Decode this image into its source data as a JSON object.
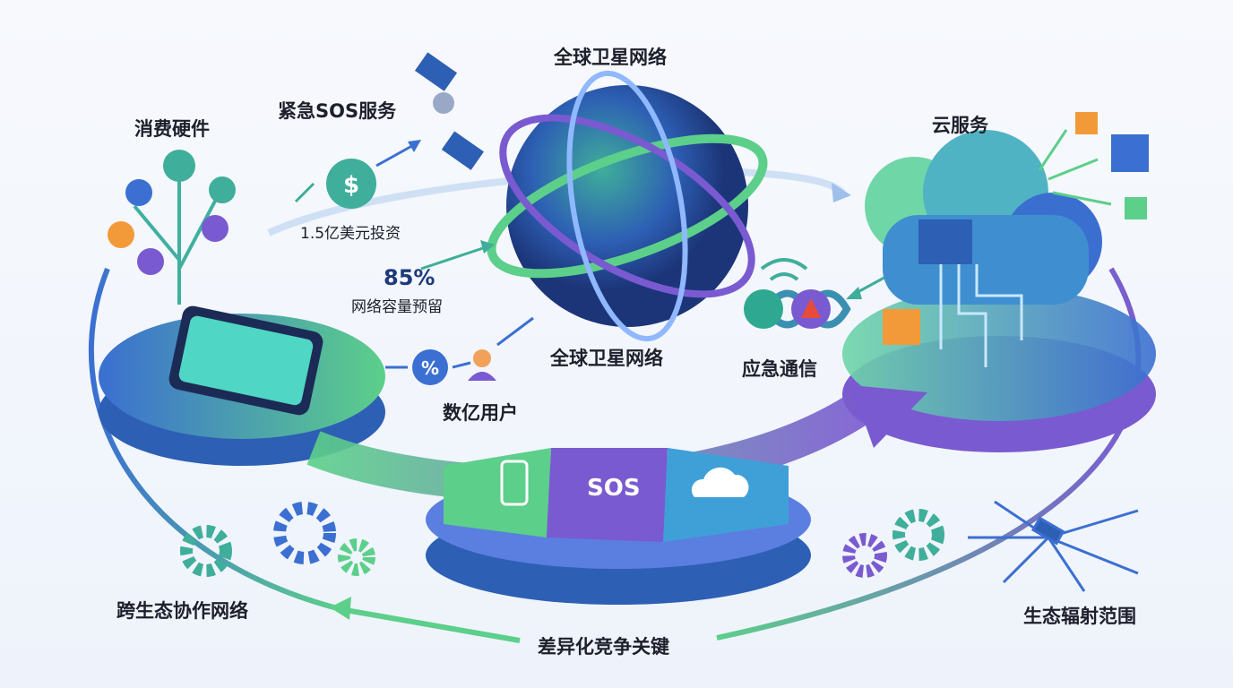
{
  "labels": {
    "top_network": "全球卫星网络",
    "sos_service": "紧急SOS服务",
    "hardware": "消费硬件",
    "investment": "1.5亿美元投资",
    "capacity_pct": "85%",
    "capacity_label": "网络容量预留",
    "bottom_network": "全球卫星网络",
    "users": "数亿用户",
    "emergency": "应急通信",
    "cloud": "云服务",
    "sos_badge": "SOS",
    "cross_eco": "跨生态协作网络",
    "differentiation": "差异化竞争关键",
    "radiation": "生态辐射范围"
  },
  "colors": {
    "blue": "#3b6fd1",
    "teal": "#3fc3b0",
    "purple": "#7a5ad0",
    "green": "#5ccf8a"
  }
}
